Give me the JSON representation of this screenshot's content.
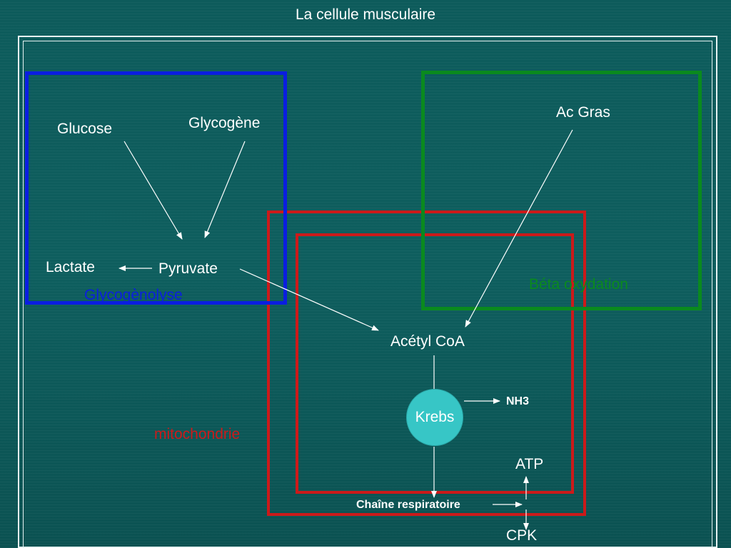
{
  "title": "La cellule musculaire",
  "labels": {
    "glucose": "Glucose",
    "glycogene": "Glycogène",
    "lactate": "Lactate",
    "pyruvate": "Pyruvate",
    "glycogenolyse": "Glycogènolyse",
    "ac_gras": "Ac Gras",
    "beta_oxydation": "Béta oxydation",
    "acetyl_coa": "Acétyl CoA",
    "krebs": "Krebs",
    "nh3": "NH3",
    "mitochondrie": "mitochondrie",
    "atp": "ATP",
    "chaine_respiratoire": "Chaîne respiratoire",
    "cpk": "CPK"
  },
  "colors": {
    "background": "#0e5a5a",
    "glycogenolyse_box": "#0a1ee0",
    "beta_oxydation_box": "#0a8a1e",
    "mitochondrie_box": "#cc1a1a",
    "krebs_fill": "#37c6c6",
    "text": "#ffffff"
  }
}
